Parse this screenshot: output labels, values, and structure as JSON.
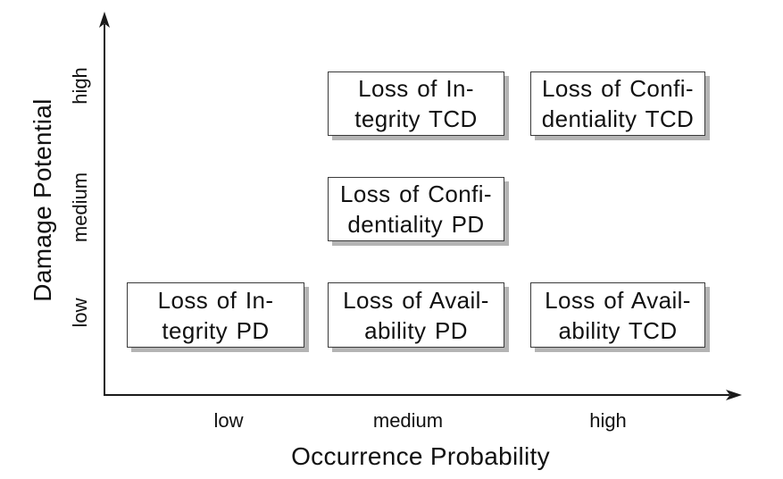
{
  "chart_data": {
    "type": "scatter",
    "title": "",
    "xlabel": "Occurrence Probability",
    "ylabel": "Damage Potential",
    "x_ticks": [
      "low",
      "medium",
      "high"
    ],
    "y_ticks": [
      "low",
      "medium",
      "high"
    ],
    "grid": false,
    "legend": "none",
    "points": [
      {
        "x": "medium",
        "y": "high",
        "label": "Loss of Integrity TCD"
      },
      {
        "x": "high",
        "y": "high",
        "label": "Loss of Confidentiality TCD"
      },
      {
        "x": "medium",
        "y": "medium",
        "label": "Loss of Confidentiality PD"
      },
      {
        "x": "low",
        "y": "low",
        "label": "Loss of Integrity PD"
      },
      {
        "x": "medium",
        "y": "low",
        "label": "Loss of Availability PD"
      },
      {
        "x": "high",
        "y": "low",
        "label": "Loss of Availability TCD"
      }
    ]
  },
  "axes": {
    "x": {
      "title": "Occurrence Probability",
      "ticks": [
        "low",
        "medium",
        "high"
      ]
    },
    "y": {
      "title": "Damage Potential",
      "ticks": [
        "low",
        "medium",
        "high"
      ]
    }
  },
  "boxes": [
    {
      "line1": "Loss of In-",
      "line2": "tegrity TCD"
    },
    {
      "line1": "Loss of Confi-",
      "line2": "dentiality TCD"
    },
    {
      "line1": "Loss of Confi-",
      "line2": "dentiality PD"
    },
    {
      "line1": "Loss of In-",
      "line2": "tegrity PD"
    },
    {
      "line1": "Loss of Avail-",
      "line2": "ability PD"
    },
    {
      "line1": "Loss of Avail-",
      "line2": "ability TCD"
    }
  ],
  "colors": {
    "background": "#ffffff",
    "text": "#111111",
    "axis_line": "#1a1a1a",
    "box_border": "#3a3a3a",
    "box_shadow": "#b4b4b4"
  }
}
